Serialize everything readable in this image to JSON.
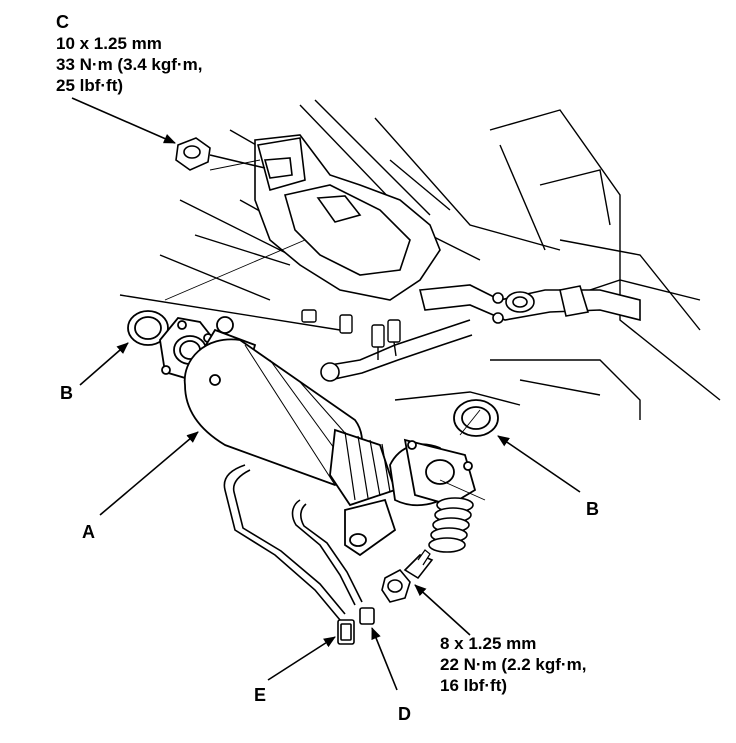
{
  "diagram": {
    "callouts": {
      "C": {
        "letter": "C",
        "lines": [
          "10 x 1.25 mm",
          "33 N·m (3.4 kgf·m,",
          "25 lbf·ft)"
        ]
      },
      "bolt": {
        "lines": [
          "8 x 1.25 mm",
          "22 N·m (2.2 kgf·m,",
          "16 lbf·ft)"
        ]
      }
    },
    "labels": {
      "A": "A",
      "B_left": "B",
      "B_right": "B",
      "D": "D",
      "E": "E"
    }
  }
}
